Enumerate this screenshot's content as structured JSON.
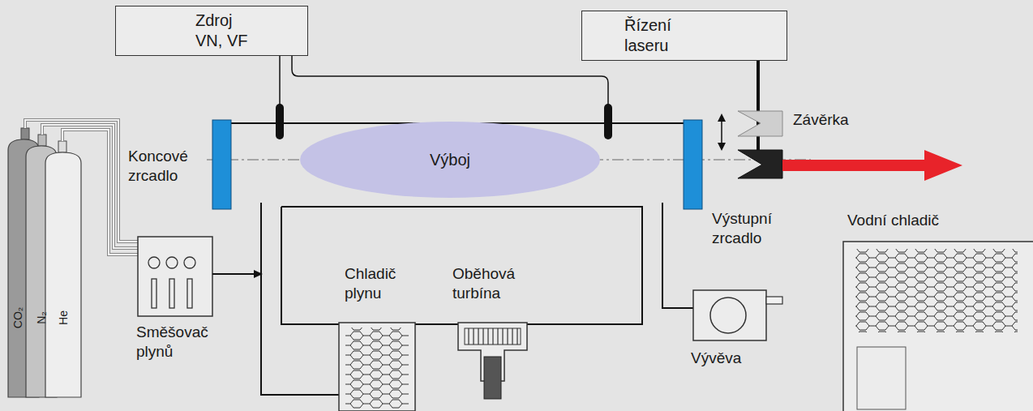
{
  "diagram": {
    "nodes": [
      {
        "text": [
          "Zdroj VN, VF"
        ]
      },
      {
        "text": [
          "Řízení laseru"
        ]
      },
      {
        "text": [
          "Výboj"
        ]
      }
    ],
    "labels": [
      "Koncové zrcadlo",
      "Závěrka",
      "Výstupní zrcadlo",
      "Vodní chladič",
      "Chladič plynu",
      "Oběhová turbína",
      "Vývěva",
      "Směšovač plynů",
      "CO₂",
      "N₂",
      "He"
    ]
  }
}
